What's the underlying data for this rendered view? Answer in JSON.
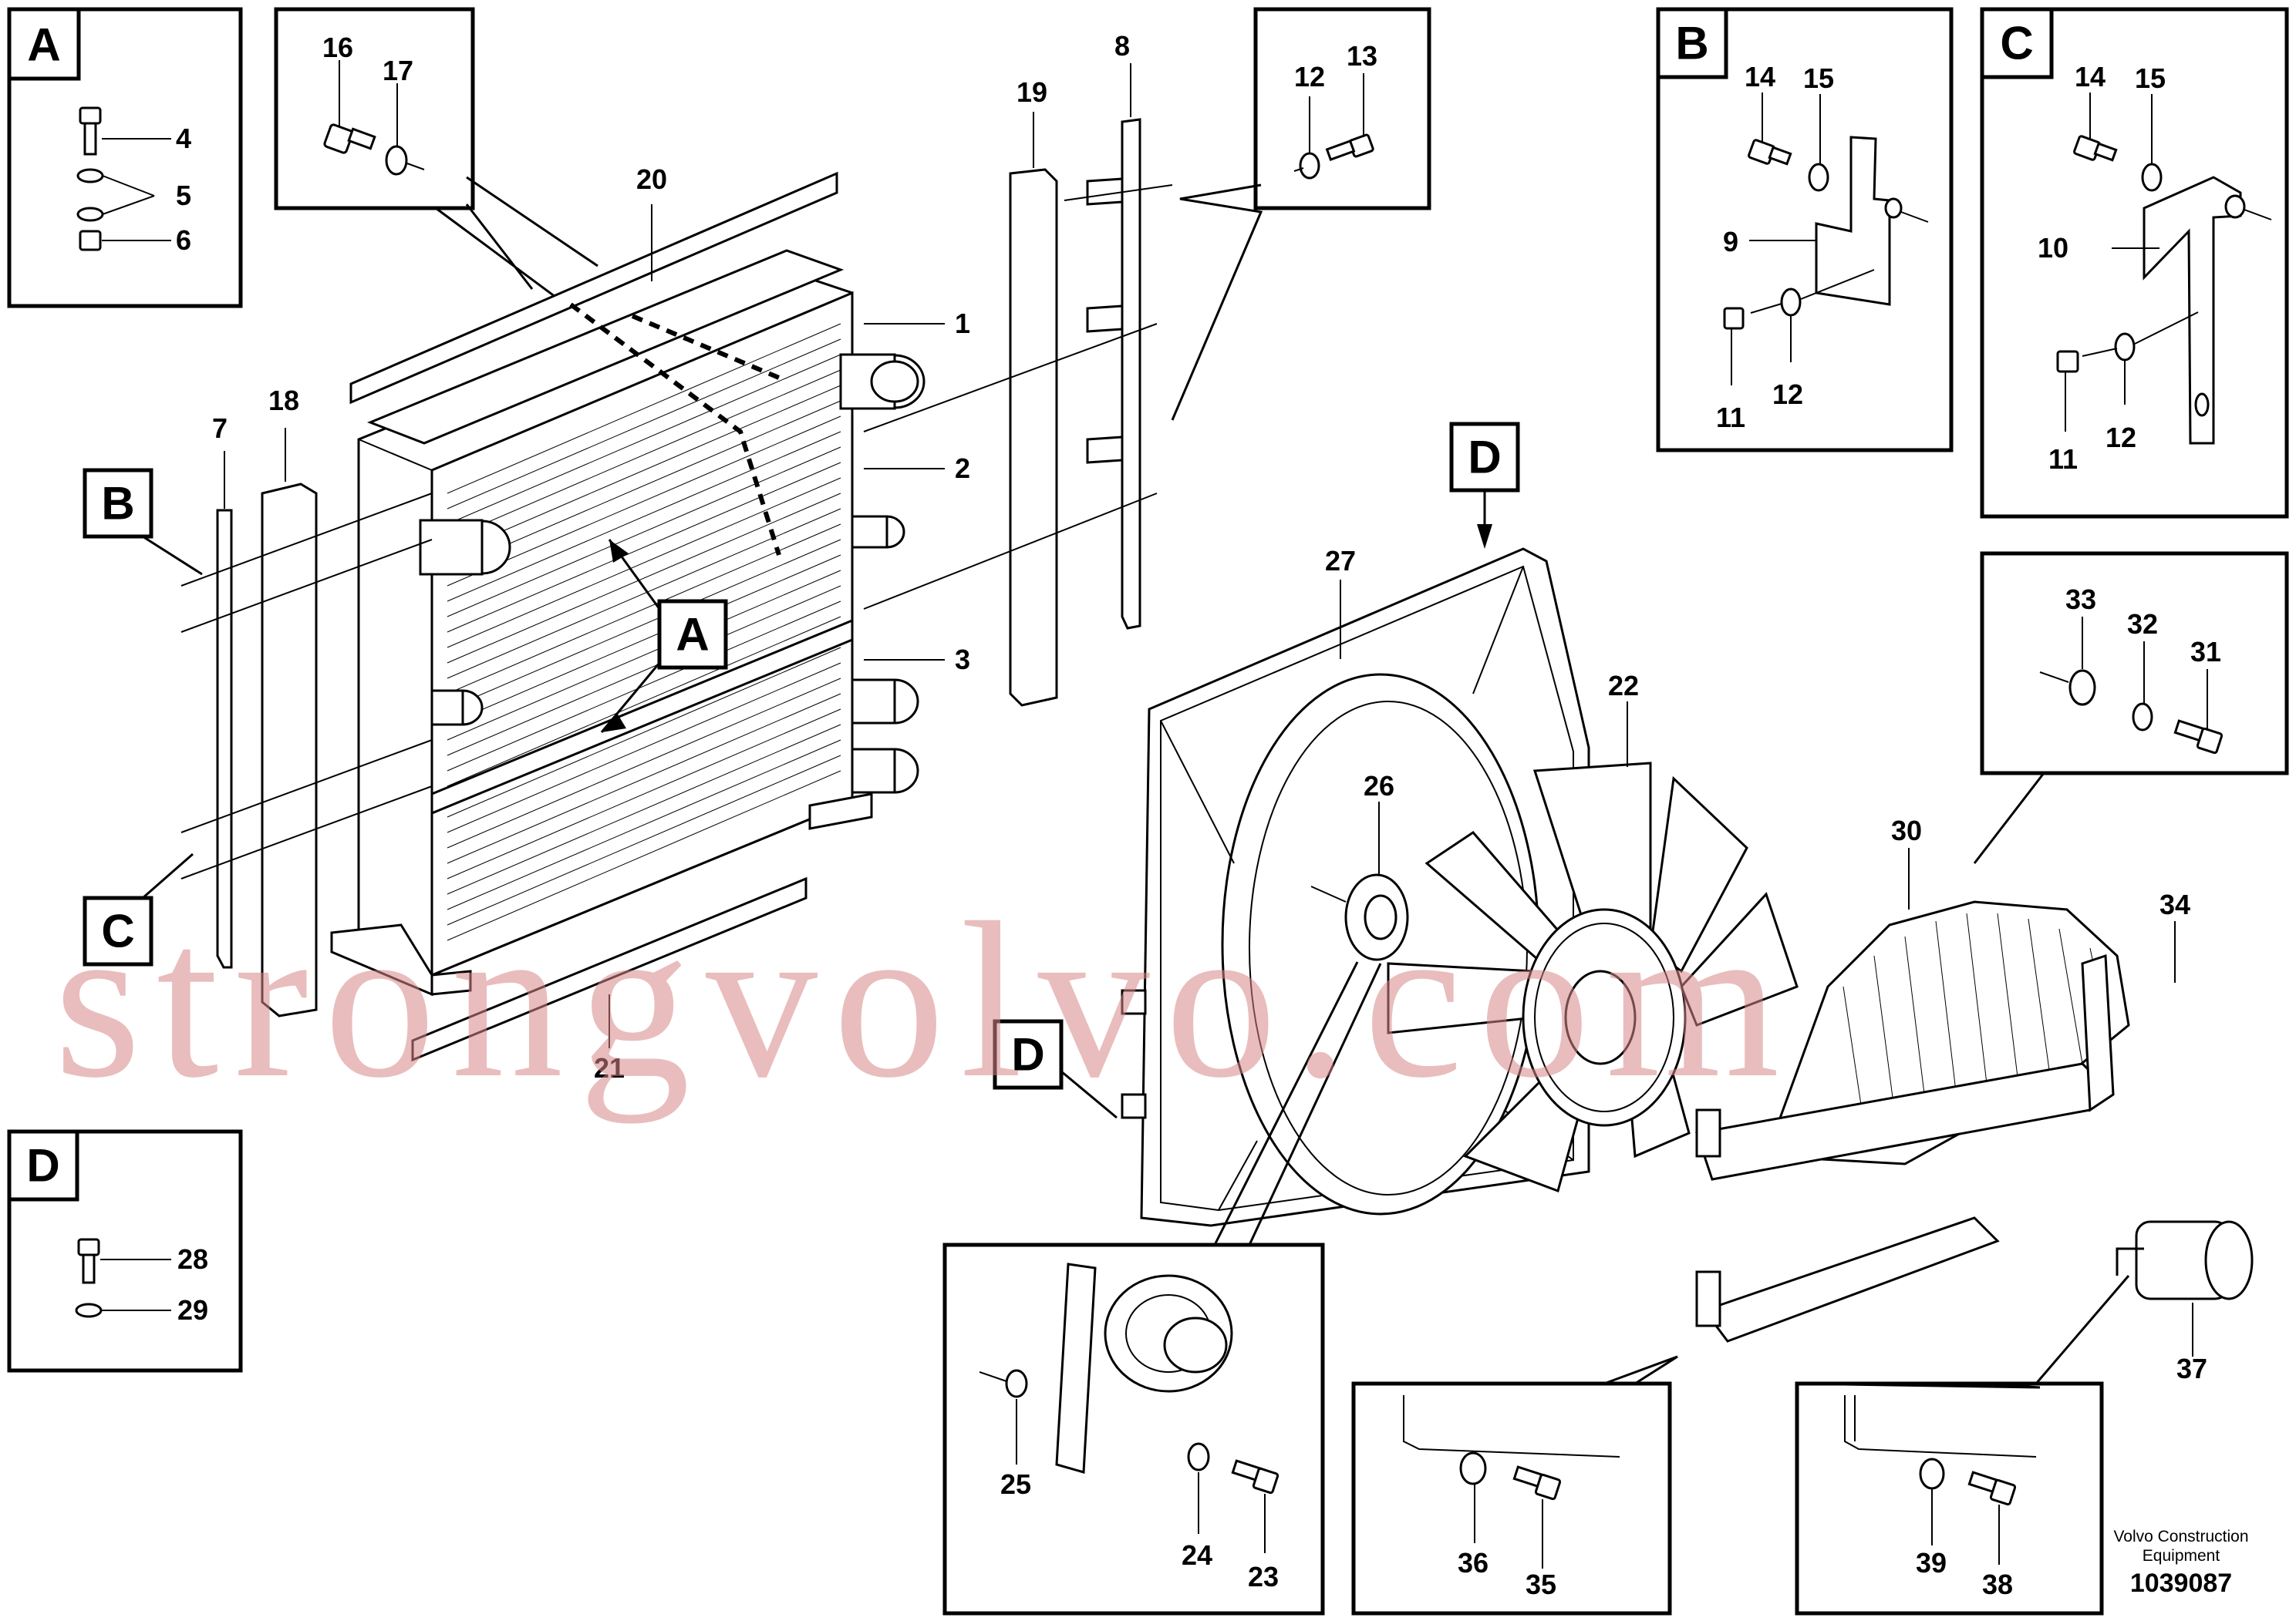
{
  "callouts": {
    "c1": "1",
    "c2": "2",
    "c3": "3",
    "c4": "4",
    "c5": "5",
    "c6": "6",
    "c7": "7",
    "c8": "8",
    "c9": "9",
    "c10": "10",
    "c11": "11",
    "c11b": "11",
    "c12a": "12",
    "c12b": "12",
    "c12c": "12",
    "c13": "13",
    "c14a": "14",
    "c14b": "14",
    "c15a": "15",
    "c15b": "15",
    "c16": "16",
    "c17": "17",
    "c18": "18",
    "c19": "19",
    "c20": "20",
    "c21": "21",
    "c22": "22",
    "c23": "23",
    "c24": "24",
    "c25": "25",
    "c26": "26",
    "c27": "27",
    "c28": "28",
    "c29": "29",
    "c30": "30",
    "c31": "31",
    "c32": "32",
    "c33": "33",
    "c34": "34",
    "c35": "35",
    "c36": "36",
    "c37": "37",
    "c38": "38",
    "c39": "39"
  },
  "view_letters": {
    "inset_a": "A",
    "inset_b": "B",
    "inset_c": "C",
    "inset_d": "D",
    "ref_a": "A",
    "ref_b": "B",
    "ref_c": "C",
    "ref_d_top": "D",
    "ref_d_bottom": "D"
  },
  "watermark": "strongvolvo.com",
  "footer": {
    "company_line1": "Volvo Construction",
    "company_line2": "Equipment",
    "drawing_number": "1039087"
  }
}
